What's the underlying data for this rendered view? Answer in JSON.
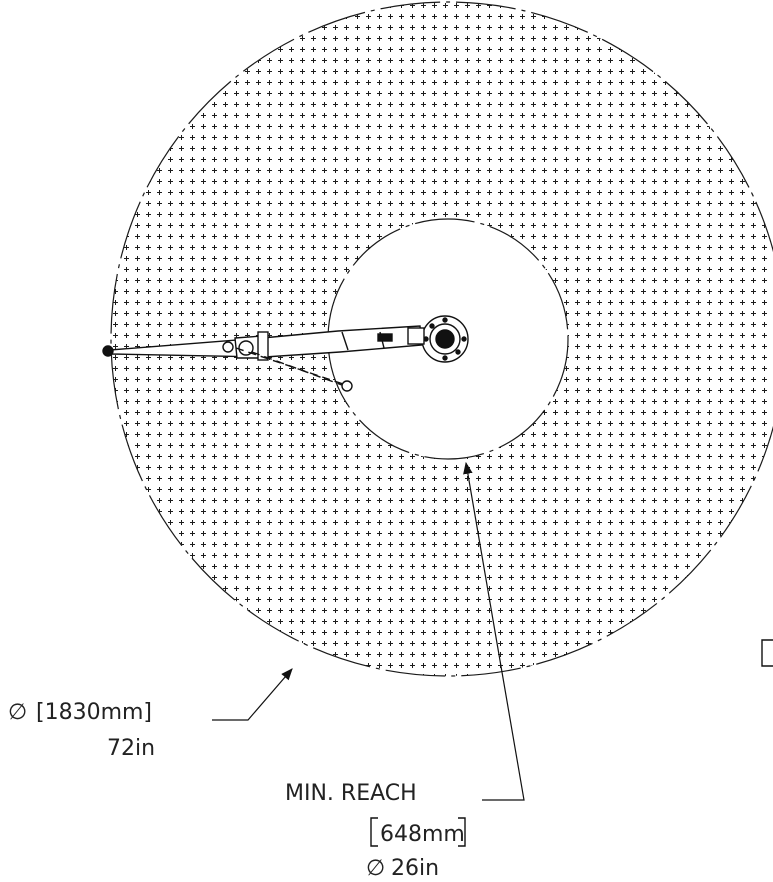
{
  "outer_reach": {
    "diameter_symbol": "∅",
    "metric": "[1830mm]",
    "imperial": "72in"
  },
  "min_reach": {
    "label": "MIN. REACH",
    "metric": "648mm",
    "diameter_symbol": "∅",
    "imperial": "26in"
  },
  "clipped_bracket": "["
}
